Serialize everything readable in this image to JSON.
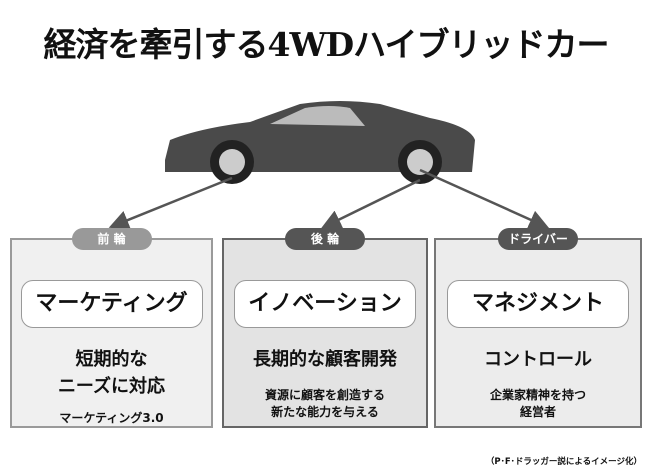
{
  "title": "経済を牽引する4WDハイブリッドカー",
  "panels": [
    {
      "badge": "前 輪",
      "heading": "マーケティング",
      "main": [
        "短期的な",
        "ニーズに対応"
      ],
      "sub": [
        "マーケティング3.0"
      ]
    },
    {
      "badge": "後 輪",
      "heading": "イノベーション",
      "main": [
        "長期的な顧客開発"
      ],
      "sub": [
        "資源に顧客を創造する",
        "新たな能力を与える"
      ]
    },
    {
      "badge": "ドライバー",
      "heading": "マネジメント",
      "main": [
        "コントロール"
      ],
      "sub": [
        "企業家精神を持つ",
        "経営者"
      ]
    }
  ],
  "note": "（P･F･ドラッガー説によるイメージ化）"
}
